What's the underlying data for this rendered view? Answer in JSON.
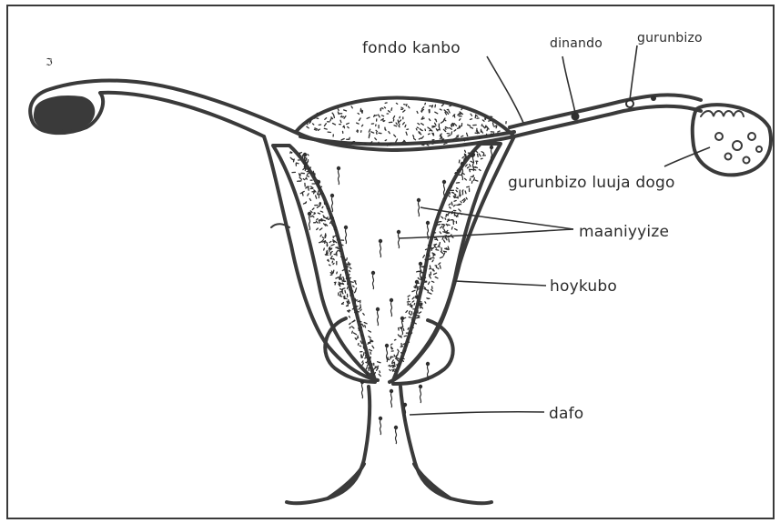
{
  "diagram": {
    "labels": {
      "fondo_kanbo": "fondo kanbo",
      "dinando": "dinando",
      "gurunbizo": "gurunbizo",
      "gurunbizo_luuja_dogo": "gurunbizo luuja dogo",
      "maaniyyize": "maaniyyize",
      "hoykubo": "hoykubo",
      "dafo": "dafo"
    },
    "colors": {
      "ink": "#3a3a3a",
      "paper": "#ffffff",
      "stipple": "#2f2f2f"
    }
  }
}
